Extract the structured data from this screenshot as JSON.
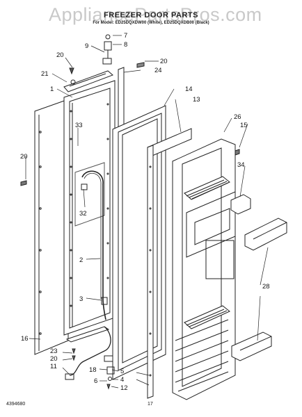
{
  "header": {
    "title": "FREEZER DOOR PARTS",
    "subtitle": "For Model: ED25DQXDW00 (White), ED25DQXDB00 (Black)"
  },
  "watermark": "AppliancePartsPros.com",
  "footer": {
    "doc_number": "4394680",
    "page_number": "17"
  },
  "callouts": {
    "c1": "1",
    "c2": "2",
    "c3": "3",
    "c4": "4",
    "c5": "5",
    "c6": "6",
    "c7": "7",
    "c8": "8",
    "c9": "9",
    "c11": "11",
    "c12": "12",
    "c13": "13",
    "c14": "14",
    "c15": "15",
    "c16": "16",
    "c18": "18",
    "c20a": "20",
    "c20b": "20",
    "c20c": "20",
    "c20d": "20",
    "c21": "21",
    "c23": "23",
    "c24": "24",
    "c26": "26",
    "c28": "28",
    "c32": "32",
    "c33": "33",
    "c34": "34"
  }
}
